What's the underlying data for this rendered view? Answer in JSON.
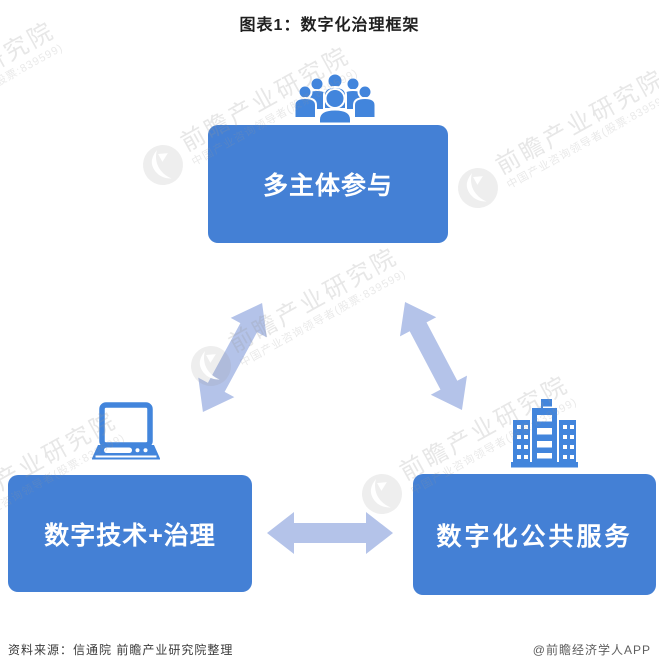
{
  "title": "图表1：数字化治理框架",
  "colors": {
    "box_blue": "#4480d5",
    "icon_blue": "#4285dc",
    "arrow_blue": "#b4c3e9"
  },
  "nodes": {
    "top": {
      "label": "多主体参与"
    },
    "left": {
      "label": "数字技术+治理"
    },
    "right": {
      "label": "数字化公共服务"
    }
  },
  "icons": {
    "top": "people-group-icon",
    "left": "laptop-icon",
    "right": "building-icon"
  },
  "watermark": {
    "big": "前瞻产业研究院",
    "small": "中国产业咨询领导者(股票:839599)"
  },
  "footer": {
    "source": "资料来源：信通院 前瞻产业研究院整理",
    "credit": "@前瞻经济学人APP"
  }
}
